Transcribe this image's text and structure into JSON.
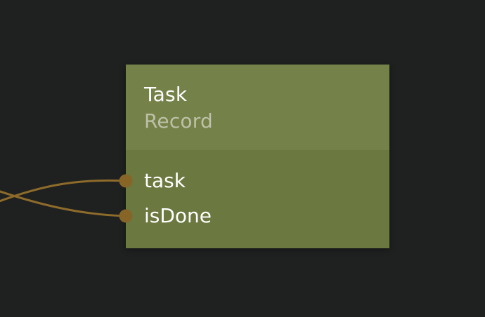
{
  "canvas": {
    "background": "#1f2020"
  },
  "node": {
    "title": "Task",
    "subtitle": "Record",
    "header_color": "#748148",
    "body_color": "#6b7840",
    "title_color": "#ffffff",
    "subtitle_color": "#bcc1a7",
    "field_color": "#ffffff",
    "fields": [
      {
        "name": "task"
      },
      {
        "name": "isDone"
      }
    ]
  },
  "edges": {
    "wire_color": "#8d6b2a",
    "port_color": "#866527"
  }
}
